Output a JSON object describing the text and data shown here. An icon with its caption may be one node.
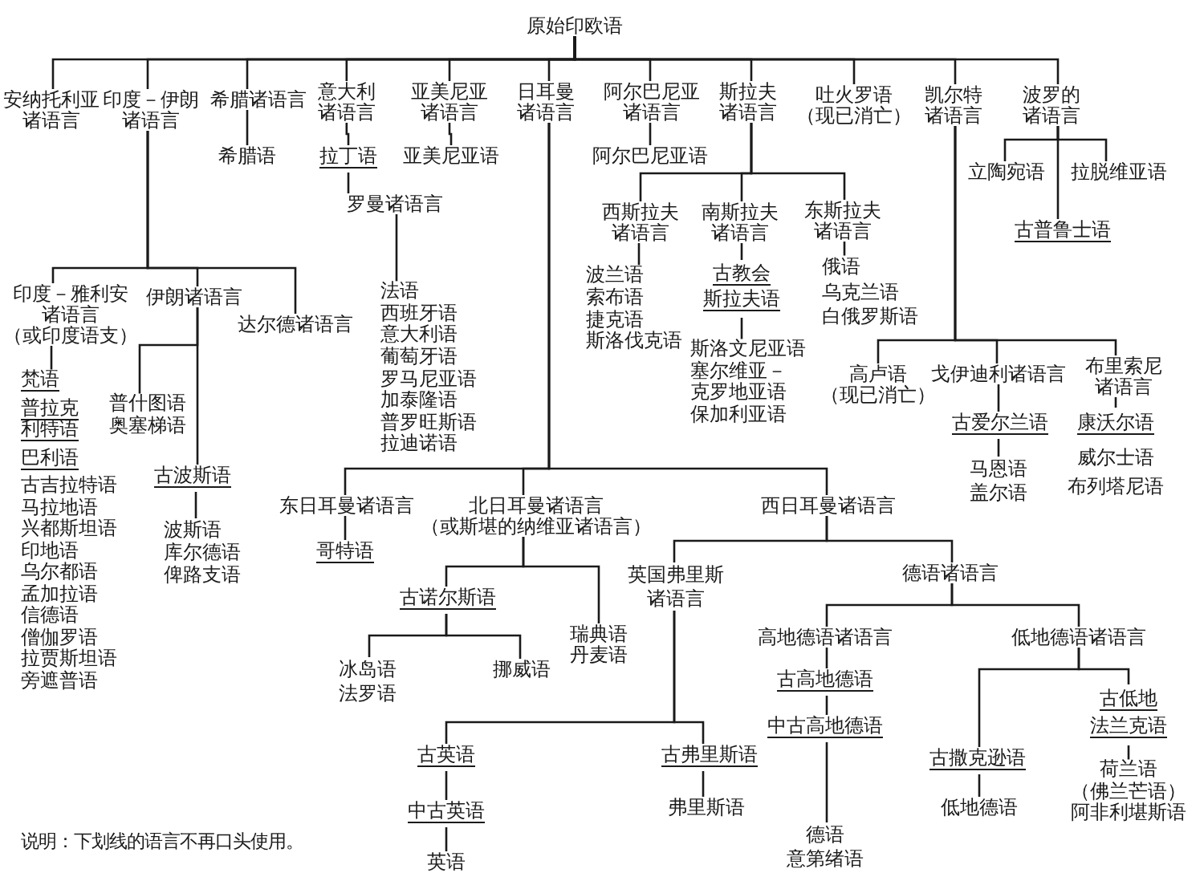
{
  "diagram": {
    "nodes": [
      {
        "text": [
          "原始印欧语"
        ]
      },
      {
        "text": [
          "安纳托利亚诸语言"
        ]
      },
      {
        "text": [
          "印度－伊朗诸语言"
        ]
      },
      {
        "text": [
          "希腊诸语言"
        ]
      },
      {
        "text": [
          "意大利诸语言"
        ]
      },
      {
        "text": [
          "亚美尼亚诸语言"
        ]
      },
      {
        "text": [
          "日耳曼诸语言"
        ]
      },
      {
        "text": [
          "阿尔巴尼亚诸语言"
        ]
      },
      {
        "text": [
          "斯拉夫诸语言"
        ]
      },
      {
        "text": [
          "吐火罗语",
          "（现已消亡）"
        ]
      },
      {
        "text": [
          "凯尔特诸语言"
        ]
      },
      {
        "text": [
          "波罗的诸语言"
        ]
      },
      {
        "text": [
          "希腊语"
        ]
      },
      {
        "text": [
          "拉丁语"
        ]
      },
      {
        "text": [
          "亚美尼亚语"
        ]
      },
      {
        "text": [
          "阿尔巴尼亚语"
        ]
      },
      {
        "text": [
          "立陶宛语"
        ]
      },
      {
        "text": [
          "拉脱维亚语"
        ]
      },
      {
        "text": [
          "罗曼诸语言"
        ]
      },
      {
        "text": [
          "西斯拉夫诸语言"
        ]
      },
      {
        "text": [
          "南斯拉夫诸语言"
        ]
      },
      {
        "text": [
          "东斯拉夫诸语言"
        ]
      },
      {
        "text": [
          "古普鲁士语"
        ]
      },
      {
        "text": [
          "印度－雅利安诸语言",
          "（或印度语支）"
        ]
      },
      {
        "text": [
          "伊朗诸语言"
        ]
      },
      {
        "text": [
          "达尔德诸语言"
        ]
      },
      {
        "text": [
          "波兰语",
          "索布语",
          "捷克语",
          "斯洛伐克语"
        ]
      },
      {
        "text": [
          "古教会斯拉夫语"
        ]
      },
      {
        "text": [
          "俄语",
          "乌克兰语",
          "白俄罗斯语"
        ]
      },
      {
        "text": [
          "斯洛文尼亚语",
          "塞尔维亚－克罗地亚语",
          "保加利亚语"
        ]
      },
      {
        "text": [
          "法语",
          "西班牙语",
          "意大利语",
          "葡萄牙语",
          "罗马尼亚语",
          "加泰隆语",
          "普罗旺斯语",
          "拉迪诺语"
        ]
      },
      {
        "text": [
          "高卢语",
          "（现已消亡）"
        ]
      },
      {
        "text": [
          "戈伊迪利诸语言"
        ]
      },
      {
        "text": [
          "布里索尼诸语言"
        ]
      },
      {
        "text": [
          "普什图语",
          "奥塞梯语"
        ]
      },
      {
        "text": [
          "古爱尔兰语"
        ]
      },
      {
        "text": [
          "康沃尔语",
          "威尔士语",
          "布列塔尼语"
        ]
      },
      {
        "text": [
          "马恩语",
          "盖尔语"
        ]
      },
      {
        "text": [
          "古波斯语"
        ]
      },
      {
        "text": [
          "梵语",
          "普拉克利特语",
          "巴利语",
          "古吉拉特语",
          "马拉地语",
          "兴都斯坦语",
          "印地语",
          "乌尔都语",
          "孟加拉语",
          "信德语",
          "僧伽罗语",
          "拉贾斯坦语",
          "旁遮普语"
        ]
      },
      {
        "text": [
          "东日耳曼诸语言"
        ]
      },
      {
        "text": [
          "北日耳曼诸语言",
          "（或斯堪的纳维亚诸语言）"
        ]
      },
      {
        "text": [
          "西日耳曼诸语言"
        ]
      },
      {
        "text": [
          "波斯语",
          "库尔德语",
          "俾路支语"
        ]
      },
      {
        "text": [
          "哥特语"
        ]
      },
      {
        "text": [
          "英国弗里斯诸语言"
        ]
      },
      {
        "text": [
          "德语诸语言"
        ]
      },
      {
        "text": [
          "古诺尔斯语"
        ]
      },
      {
        "text": [
          "瑞典语",
          "丹麦语"
        ]
      },
      {
        "text": [
          "高地德语诸语言"
        ]
      },
      {
        "text": [
          "低地德语诸语言"
        ]
      },
      {
        "text": [
          "冰岛语",
          "法罗语"
        ]
      },
      {
        "text": [
          "挪威语"
        ]
      },
      {
        "text": [
          "古高地德语"
        ]
      },
      {
        "text": [
          "古低地法兰克语"
        ]
      },
      {
        "text": [
          "中古高地德语"
        ]
      },
      {
        "text": [
          "古英语"
        ]
      },
      {
        "text": [
          "古弗里斯语"
        ]
      },
      {
        "text": [
          "古撒克逊语"
        ]
      },
      {
        "text": [
          "荷兰语",
          "（佛兰芒语）",
          "阿非利堪斯语"
        ]
      },
      {
        "text": [
          "弗里斯语"
        ]
      },
      {
        "text": [
          "低地德语"
        ]
      },
      {
        "text": [
          "中古英语"
        ]
      },
      {
        "text": [
          "德语",
          "意第绪语"
        ]
      },
      {
        "text": [
          "英语"
        ]
      }
    ],
    "edges": [
      {
        "from": 0,
        "to": 1,
        "arrow": "none"
      },
      {
        "from": 0,
        "to": 2,
        "arrow": "none"
      },
      {
        "from": 0,
        "to": 3,
        "arrow": "none"
      },
      {
        "from": 0,
        "to": 4,
        "arrow": "none"
      },
      {
        "from": 0,
        "to": 5,
        "arrow": "none"
      },
      {
        "from": 0,
        "to": 6,
        "arrow": "none"
      },
      {
        "from": 0,
        "to": 7,
        "arrow": "none"
      },
      {
        "from": 0,
        "to": 8,
        "arrow": "none"
      },
      {
        "from": 0,
        "to": 9,
        "arrow": "none"
      },
      {
        "from": 0,
        "to": 10,
        "arrow": "none"
      },
      {
        "from": 0,
        "to": 11,
        "arrow": "none"
      },
      {
        "from": 3,
        "to": 12,
        "arrow": "none"
      },
      {
        "from": 4,
        "to": 13,
        "arrow": "none"
      },
      {
        "from": 5,
        "to": 14,
        "arrow": "none"
      },
      {
        "from": 7,
        "to": 15,
        "arrow": "none"
      },
      {
        "from": 11,
        "to": 16,
        "arrow": "none"
      },
      {
        "from": 11,
        "to": 17,
        "arrow": "none"
      },
      {
        "from": 13,
        "to": 18,
        "arrow": "none"
      },
      {
        "from": 8,
        "to": 19,
        "arrow": "none"
      },
      {
        "from": 8,
        "to": 20,
        "arrow": "none"
      },
      {
        "from": 8,
        "to": 21,
        "arrow": "none"
      },
      {
        "from": 11,
        "to": 22,
        "arrow": "none"
      },
      {
        "from": 2,
        "to": 23,
        "arrow": "none"
      },
      {
        "from": 2,
        "to": 24,
        "arrow": "none"
      },
      {
        "from": 2,
        "to": 25,
        "arrow": "none"
      },
      {
        "from": 19,
        "to": 26,
        "arrow": "none"
      },
      {
        "from": 20,
        "to": 27,
        "arrow": "none"
      },
      {
        "from": 21,
        "to": 28,
        "arrow": "none"
      },
      {
        "from": 27,
        "to": 29,
        "arrow": "none"
      },
      {
        "from": 18,
        "to": 30,
        "arrow": "none"
      },
      {
        "from": 10,
        "to": 31,
        "arrow": "none"
      },
      {
        "from": 10,
        "to": 32,
        "arrow": "none"
      },
      {
        "from": 10,
        "to": 33,
        "arrow": "none"
      },
      {
        "from": 24,
        "to": 34,
        "arrow": "none"
      },
      {
        "from": 32,
        "to": 35,
        "arrow": "none"
      },
      {
        "from": 33,
        "to": 36,
        "arrow": "none"
      },
      {
        "from": 35,
        "to": 37,
        "arrow": "none"
      },
      {
        "from": 24,
        "to": 38,
        "arrow": "none"
      },
      {
        "from": 23,
        "to": 39,
        "arrow": "none"
      },
      {
        "from": 6,
        "to": 40,
        "arrow": "none"
      },
      {
        "from": 6,
        "to": 41,
        "arrow": "none"
      },
      {
        "from": 6,
        "to": 42,
        "arrow": "none"
      },
      {
        "from": 38,
        "to": 43,
        "arrow": "none"
      },
      {
        "from": 40,
        "to": 44,
        "arrow": "none"
      },
      {
        "from": 42,
        "to": 45,
        "arrow": "none"
      },
      {
        "from": 42,
        "to": 46,
        "arrow": "none"
      },
      {
        "from": 41,
        "to": 47,
        "arrow": "none"
      },
      {
        "from": 41,
        "to": 48,
        "arrow": "none"
      },
      {
        "from": 46,
        "to": 49,
        "arrow": "none"
      },
      {
        "from": 46,
        "to": 50,
        "arrow": "none"
      },
      {
        "from": 47,
        "to": 51,
        "arrow": "none"
      },
      {
        "from": 47,
        "to": 52,
        "arrow": "none"
      },
      {
        "from": 49,
        "to": 53,
        "arrow": "none"
      },
      {
        "from": 50,
        "to": 54,
        "arrow": "none"
      },
      {
        "from": 53,
        "to": 55,
        "arrow": "none"
      },
      {
        "from": 45,
        "to": 56,
        "arrow": "none"
      },
      {
        "from": 45,
        "to": 57,
        "arrow": "none"
      },
      {
        "from": 50,
        "to": 58,
        "arrow": "none"
      },
      {
        "from": 54,
        "to": 59,
        "arrow": "none"
      },
      {
        "from": 57,
        "to": 60,
        "arrow": "none"
      },
      {
        "from": 58,
        "to": 61,
        "arrow": "none"
      },
      {
        "from": 56,
        "to": 62,
        "arrow": "none"
      },
      {
        "from": 55,
        "to": 63,
        "arrow": "none"
      },
      {
        "from": 62,
        "to": 64,
        "arrow": "none"
      }
    ],
    "labels": [
      "说明：下划线的语言不再口头使用。"
    ]
  }
}
